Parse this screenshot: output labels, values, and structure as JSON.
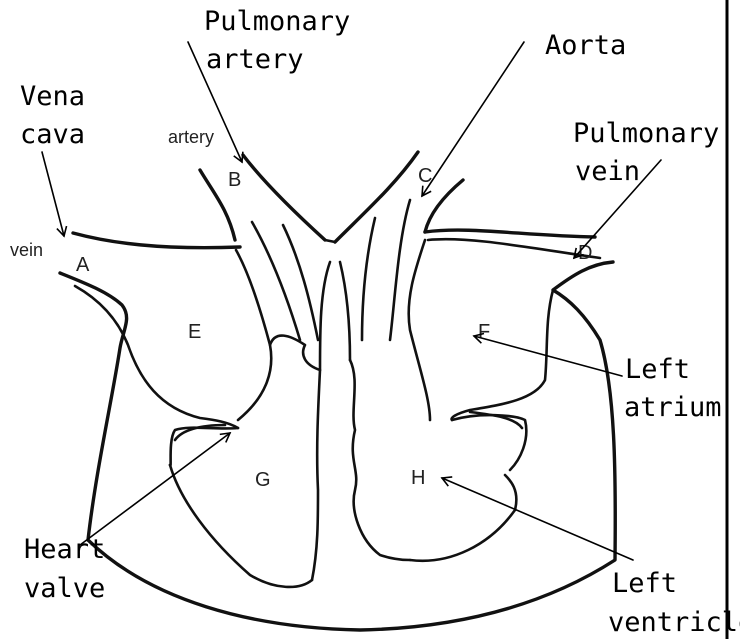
{
  "labels": {
    "pulmonary_artery_line1": "Pulmonary",
    "pulmonary_artery_line2": "artery",
    "aorta": "Aorta",
    "vena_cava_line1": "Vena",
    "vena_cava_line2": "cava",
    "pulmonary_vein_line1": "Pulmonary",
    "pulmonary_vein_line2": "vein",
    "left_atrium_line1": "Left",
    "left_atrium_line2": "atrium",
    "heart_valve_line1": "Heart",
    "heart_valve_line2": "valve",
    "left_ventricle_line1": "Left",
    "left_ventricle_line2": "ventricle"
  },
  "printed": {
    "artery": "artery",
    "vein": "vein"
  },
  "letters": {
    "A": "A",
    "B": "B",
    "C": "C",
    "D": "D",
    "E": "E",
    "F": "F",
    "G": "G",
    "H": "H"
  }
}
